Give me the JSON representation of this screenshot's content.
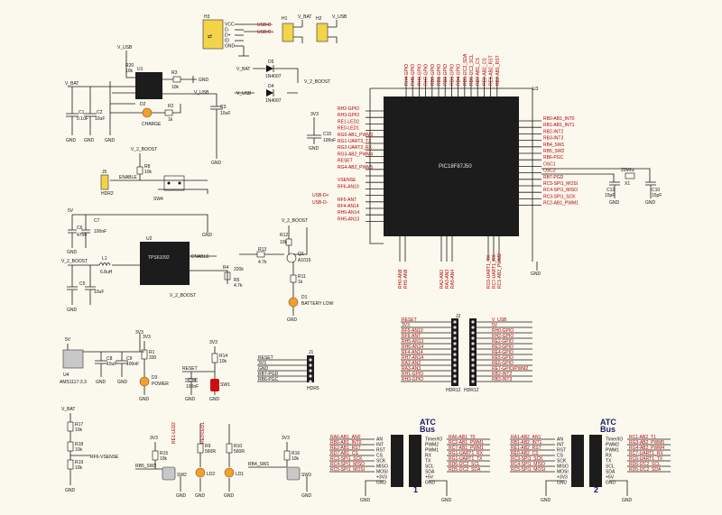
{
  "mcu": {
    "name": "PIC18F87J50",
    "ref": "U3",
    "left_pins": [
      "RH2-GPIO",
      "RH3-GPIO",
      "RE1-LED2",
      "RE0-LED1",
      "RG0-AB1_PWM3",
      "RG1-UART2_TX",
      "RG2-UART2_RX",
      "RG3-AB2_PWM4",
      "RESET",
      "RG4-AB2_PWM5",
      "",
      "VSENSE",
      "RF6-AN10",
      "",
      "RF5-AN7",
      "RF4-AN14",
      "RH6-AN14",
      "RH5-AN13"
    ],
    "right_pins": [
      "RB0-AB1_INT0",
      "RB1-AB1_INT1",
      "RB2-INT2",
      "RB3-INT3",
      "RB4_SW1",
      "RB5_SW2",
      "RB6-PGC",
      "OSC1",
      "OSC2",
      "RB7-PGD",
      "RC5-SPI1_MOSI",
      "RC4-SPI1_MISO",
      "RC3-SPI1_SCK",
      "RC2-AB1_PWM1"
    ],
    "top_pins": [
      "RH4-GPIO",
      "RH5-GPIO",
      "RH6-GPIO",
      "RH7-GPIO",
      "RD0-GPIO",
      "RD1-GPIO",
      "RD2-GPIO",
      "RD3-GPIO",
      "RD4-GPIO",
      "RD5-I2C2_SDA",
      "RD6-I2C2_SCL",
      "RD7-AB1_CS",
      "RE0-AB2_CS",
      "RE1-AB2_RST",
      "RE2-AB1_RST"
    ],
    "bottom_pins": [
      "RH0-AN8",
      "RH1-AN9",
      "RA2-AN2",
      "RA3-AN3",
      "RA5-AN4",
      "RC6-UART1_TX",
      "RC7-UART1_RX",
      "RC1-AB2_PWM2"
    ],
    "net_labels": [
      "USB-D+",
      "USB-D-",
      "3V3"
    ]
  },
  "power": {
    "vusb": "V_USB",
    "vbat": "V_BAT",
    "vboost": "V_2_BOOST",
    "v5": "5V",
    "v3v3": "3V3",
    "gnd": "GND",
    "charger": {
      "ref": "U1",
      "caps": [
        "C1",
        "C2"
      ],
      "cap_values": [
        "0.1uF",
        "10uF"
      ],
      "led": "D2",
      "led_label": "CHARGE",
      "r": "R2",
      "r_value": "1k",
      "r3": "R3",
      "r3_value": "10k",
      "cap3": "C3",
      "cap3_value": "10uF",
      "r20": "R20",
      "r20_value": "10k"
    },
    "boost": {
      "ref": "U2",
      "name": "TPS61092",
      "inductor": "L1",
      "ind_value": "6.8uH",
      "caps": [
        "C5",
        "C6",
        "C7"
      ],
      "cap_values": [
        "10uF",
        "47nF",
        "100nF"
      ],
      "r4": "R4",
      "r4_value": "220k",
      "r5": "R5",
      "r5_value": "4.7k",
      "enable": "ENABLE"
    },
    "reg": {
      "ref": "U4",
      "name": "AMS1117-3.3",
      "caps": [
        "C8",
        "C9"
      ],
      "cap_values": [
        "10uF",
        "100nF"
      ]
    },
    "diodes": [
      {
        "ref": "D5",
        "name": "1N4007"
      },
      {
        "ref": "D4",
        "name": "1N4007"
      }
    ],
    "batt_led": {
      "ref": "D1",
      "label": "BATTERY LOW",
      "q": "Q1",
      "q_name": "A1015",
      "r12": "R12",
      "r12_value": "10k",
      "r11": "R11",
      "r11_value": "1k",
      "r13": "R13",
      "r13_value": "4.7k"
    }
  },
  "connectors": {
    "h3": {
      "ref": "H3",
      "pins": [
        "VCC",
        "D-",
        "D+",
        "ID",
        "GND"
      ],
      "nets": [
        "USB-D-",
        "USB-D+"
      ]
    },
    "h1": {
      "ref": "H1",
      "label": "V_BAT"
    },
    "h2": {
      "ref": "H2",
      "label": "V_USB"
    },
    "j5": {
      "ref": "J5",
      "label": "HDR2",
      "enable": "ENABLE",
      "sw": "SW4",
      "r": "R8",
      "r_value": "10k"
    },
    "j1": {
      "ref": "J1",
      "label": "HDR5",
      "pins": [
        "RESET",
        "3V3",
        "GND",
        "RB7-PGD",
        "RB6-PGC"
      ]
    },
    "j2": {
      "ref": "J2",
      "label": "HDR12",
      "pins": [
        "RESET",
        "3V3",
        "RF5-AN10",
        "RF6-AN7",
        "RH5-AN13",
        "RH6-AN14",
        "RF4-AN14",
        "RH7-AN14",
        "RA2-AN2",
        "RA3-AN3",
        "RH1-GPIO",
        "RH3-GPIO"
      ]
    },
    "j3": {
      "ref": "J3",
      "label": "HDR12",
      "pins": [
        "V_USB",
        "5V",
        "RH0-GPIO",
        "RH2-GPIO",
        "RE2-GPIO",
        "RE3-GPIO",
        "RE4-GPIO",
        "RE5-GPIO",
        "RE6-GPIO",
        "RE7-GPIO/PWM2",
        "RB2-INT2",
        "RB3-INT3"
      ]
    }
  },
  "misc": {
    "reset": {
      "ref": "D3",
      "label": "POWER",
      "r": "R1",
      "r_value": "330",
      "sw": "SW1",
      "r14": "R14",
      "r14_value": "10k",
      "cap": "C14",
      "cap_value": "100nF",
      "net": "RESET"
    },
    "leds": [
      {
        "ref": "LD2",
        "r": "R9",
        "r_value": "560R",
        "net": "RE1-LED2"
      },
      {
        "ref": "LD1",
        "r": "R10",
        "r_value": "560R",
        "net": "RE0-LED1"
      }
    ],
    "switches": [
      {
        "ref": "SW2",
        "net": "RB5_SW2",
        "r": "R15",
        "r_value": "10k"
      },
      {
        "ref": "SW3",
        "net": "RB4_SW1",
        "r": "R16",
        "r_value": "10k"
      }
    ],
    "vsense": {
      "net": "RF6-VSENSE",
      "r17": "R17",
      "r18": "R18",
      "r19": "R19",
      "values": [
        "10k",
        "10k",
        "10k"
      ]
    },
    "osc": {
      "ref": "X1",
      "freq": "20Mhz",
      "c12": "C12",
      "c10": "C10",
      "c_value": "15pF"
    }
  },
  "atc_buses": [
    {
      "title": "ATC",
      "subtitle": "Bus",
      "number": "1",
      "left": [
        "RA6-AB1_AN0",
        "RB0-AB1_INT0",
        "RE2-AB1_RST",
        "RD7-AB1_CS",
        "RC3-SPI1_SCK",
        "RC4-SPI1_MISO",
        "RC5-SPI1_MOSI"
      ],
      "pin_left": [
        "AN",
        "INT",
        "RST",
        "CS",
        "SCK",
        "MISO",
        "MOSI",
        "+3V3",
        "GND"
      ],
      "pin_right": [
        "Timer/IO",
        "PWM2",
        "PWM1",
        "RX",
        "TX",
        "SCL",
        "SDA",
        "+5V",
        "GND"
      ],
      "right": [
        "RA6-AB1_T0",
        "RC2-AB1_PWM1",
        "RC7-AB1_PWM1",
        "RG1-UART1_RX",
        "RG1-UART1_TX",
        "RD6-I2C2_SCL",
        "RD5-I2C2_SDA"
      ]
    },
    {
      "title": "ATC",
      "subtitle": "Bus",
      "number": "2",
      "left": [
        "RA1-AB2_AN1",
        "RB1-AB2_INT1",
        "RE1-AB2_RST",
        "RE0-AB2_CS",
        "RC3-SPI1_SCK",
        "RC4-SPI1_MISO",
        "RC5-SPI1_MOSI"
      ],
      "pin_left": [
        "AN",
        "INT",
        "RST",
        "CS",
        "SCK",
        "MISO",
        "MOSI",
        "+3V3",
        "GND"
      ],
      "pin_right": [
        "Timer/IO",
        "PWM2",
        "PWM1",
        "RX",
        "TX",
        "SCL",
        "SDA",
        "+5V",
        "GND"
      ],
      "right": [
        "RC1-AB2_T1",
        "RG3-AB2_PWM5",
        "RG4-AB2_PWM4",
        "RC7-UART1_RX",
        "RC6-UART1_TX",
        "RD6-I2C2_SCL",
        "RD5-I2C2_SDA"
      ]
    }
  ],
  "colors": {
    "background": "#fbf8ee",
    "wire": "#1a1a1a",
    "net_label": "#b00000",
    "chip": "#1c1c1c",
    "led": "#f0a030"
  }
}
